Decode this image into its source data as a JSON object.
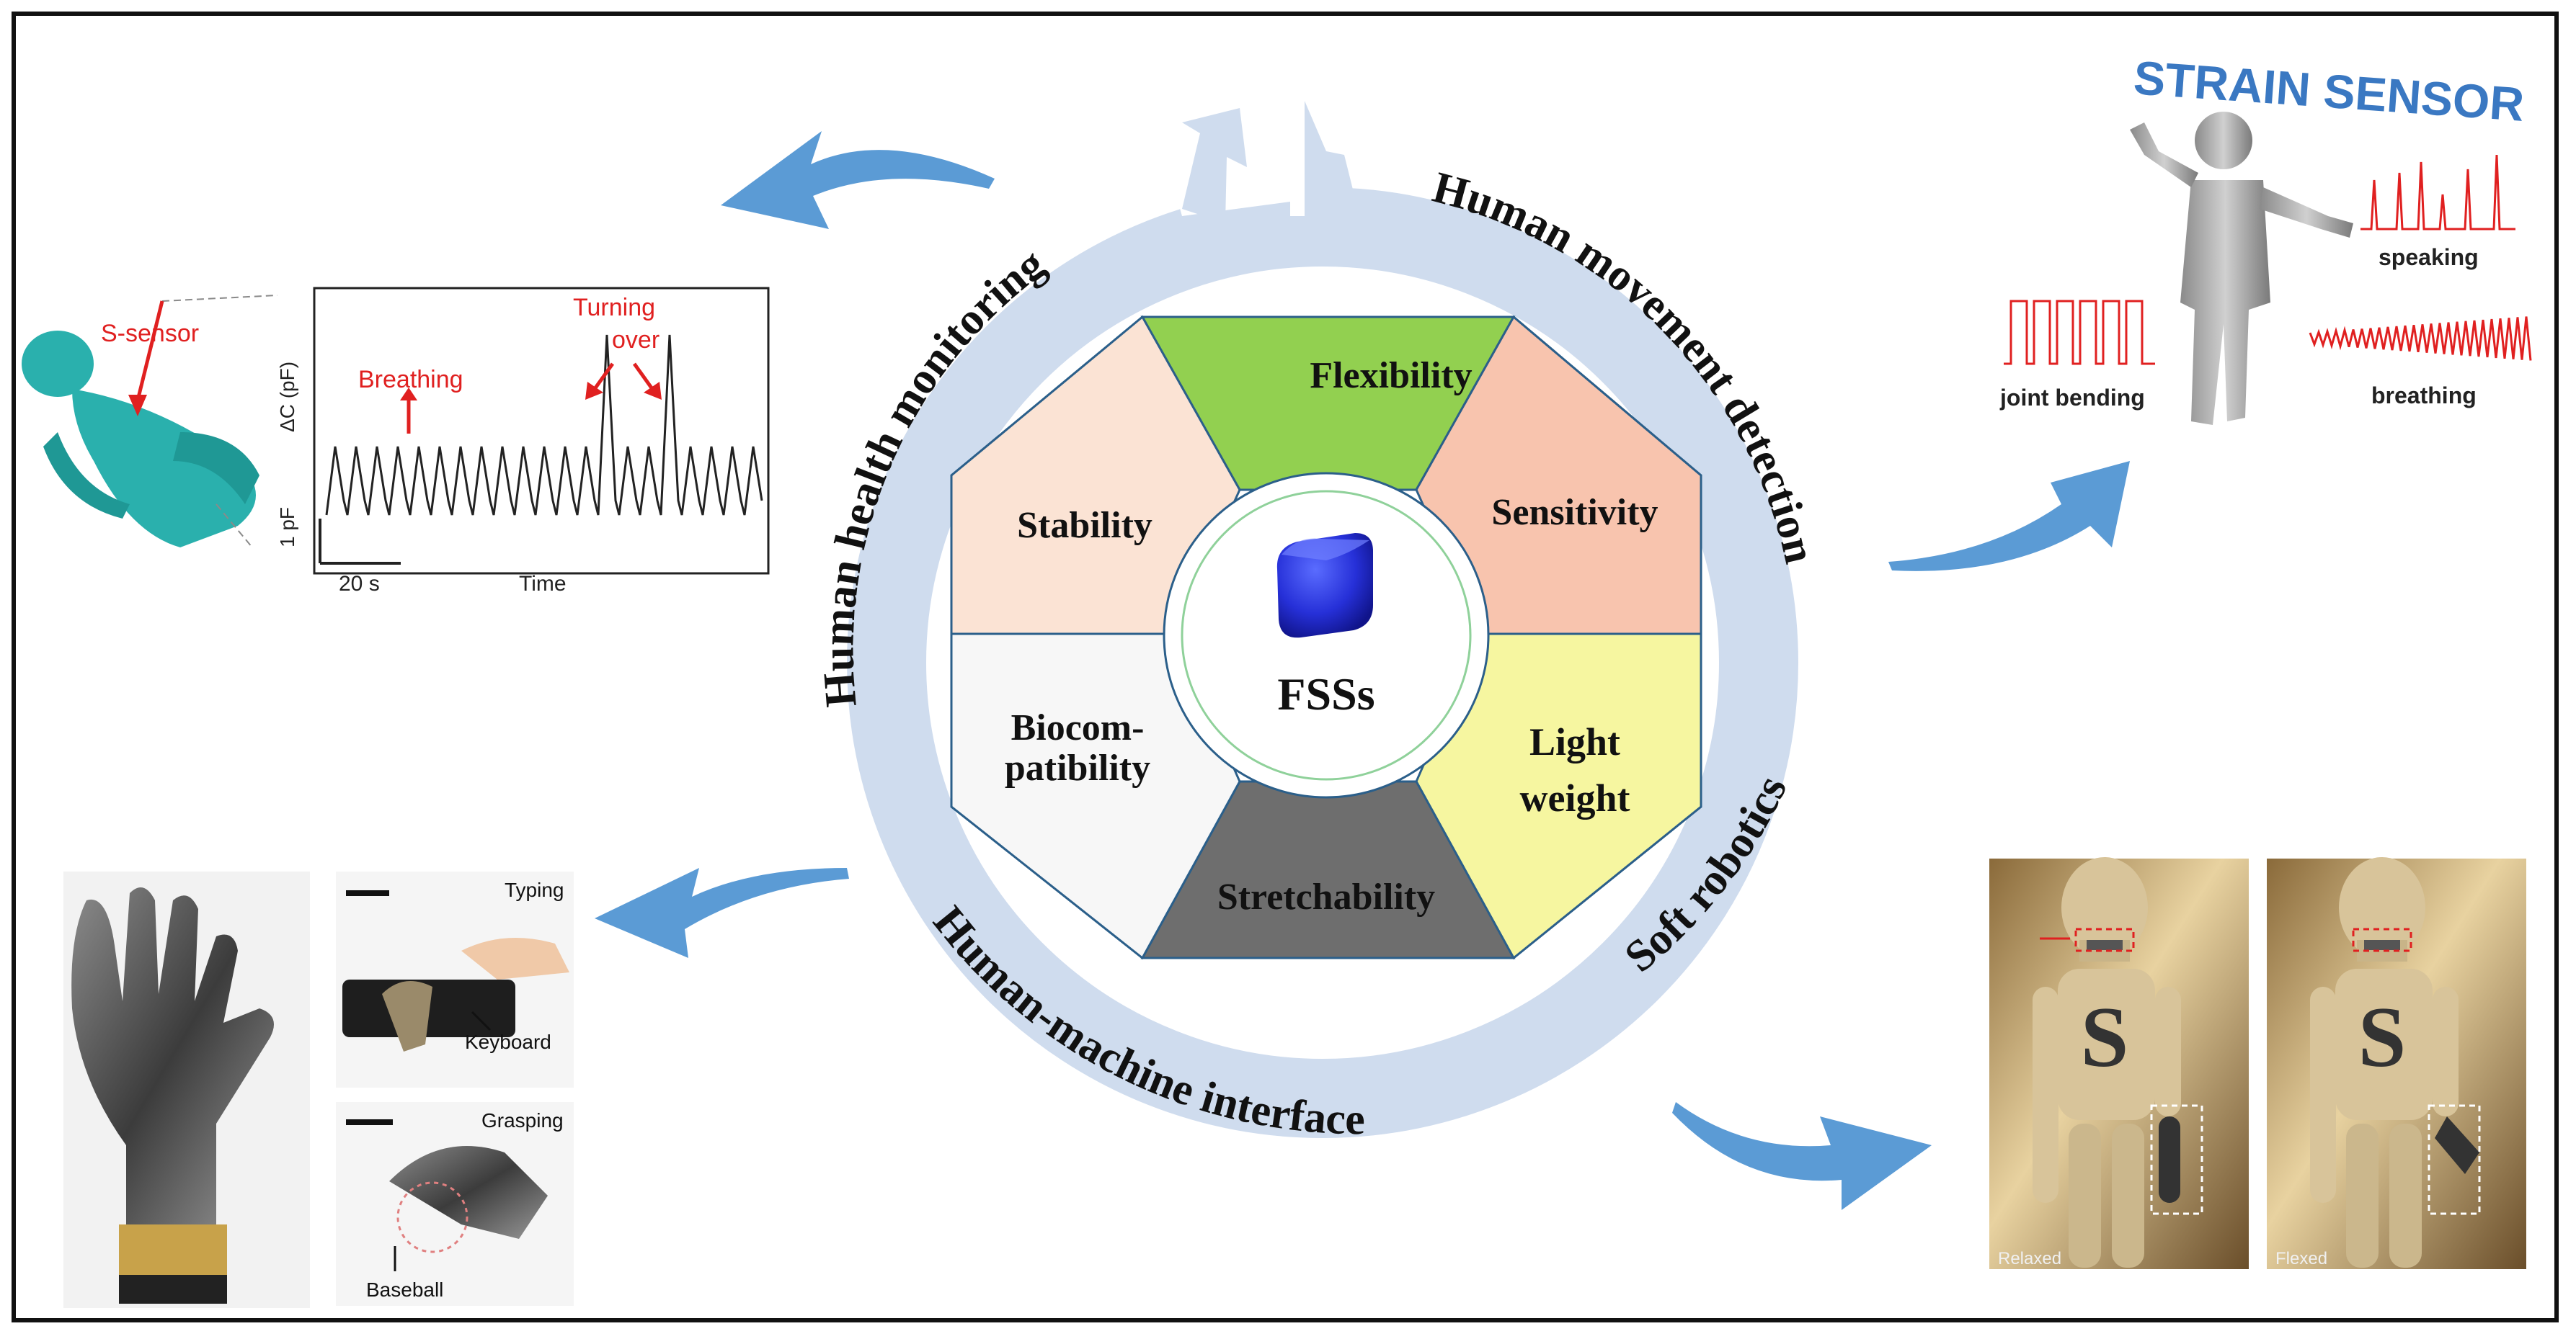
{
  "center": {
    "label": "FSSs",
    "properties": [
      {
        "id": "flexibility",
        "label": "Flexibility",
        "color": "#92d050"
      },
      {
        "id": "sensitivity",
        "label": "Sensitivity",
        "color": "#f8c4ae"
      },
      {
        "id": "light-weight",
        "lines": [
          "Light",
          "weight"
        ],
        "color": "#f6f6a0"
      },
      {
        "id": "stretchability",
        "label": "Stretchability",
        "color": "#6e6e6e"
      },
      {
        "id": "biocompatibility",
        "lines": [
          "Biocom-",
          "patibility"
        ],
        "color": "#f7f7f7"
      },
      {
        "id": "stability",
        "label": "Stability",
        "color": "#fbe3d4"
      }
    ]
  },
  "ring": {
    "color": "#cfdcee",
    "arrow_color": "#5b9bd5",
    "applications": [
      {
        "id": "health",
        "label": "Human health monitoring"
      },
      {
        "id": "movement",
        "label": "Human movement detection"
      },
      {
        "id": "robotics",
        "label": "Soft robotics"
      },
      {
        "id": "hmi",
        "label": "Human-machine interface"
      }
    ]
  },
  "panel_health": {
    "sensor_label": "S-sensor",
    "annotation_breathing": "Breathing",
    "annotation_turning_1": "Turning",
    "annotation_turning_2": "over",
    "y_axis": "ΔC (pF)",
    "scale_y": "1 pF",
    "scale_x": "20 s",
    "x_axis": "Time"
  },
  "panel_movement": {
    "title": "STRAIN SENSOR",
    "labels": [
      "speaking",
      "joint bending",
      "breathing"
    ]
  },
  "panel_hmi": {
    "typing": "Typing",
    "keyboard": "Keyboard",
    "grasping": "Grasping",
    "baseball": "Baseball"
  },
  "panel_robotics": {
    "relaxed": "Relaxed",
    "flexed": "Flexed"
  }
}
